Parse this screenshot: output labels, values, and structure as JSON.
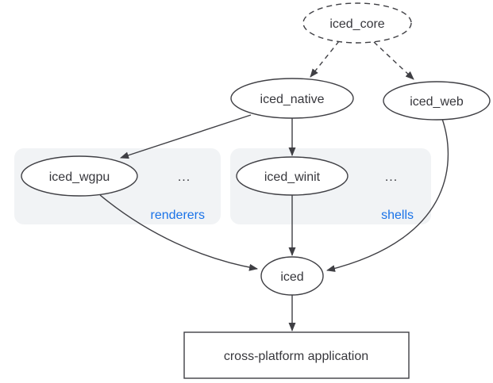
{
  "diagram": {
    "nodes": {
      "core": {
        "label": "iced_core",
        "shape": "ellipse",
        "border": "dashed"
      },
      "native": {
        "label": "iced_native",
        "shape": "ellipse",
        "border": "solid"
      },
      "web": {
        "label": "iced_web",
        "shape": "ellipse",
        "border": "solid"
      },
      "wgpu": {
        "label": "iced_wgpu",
        "shape": "ellipse",
        "border": "solid"
      },
      "winit": {
        "label": "iced_winit",
        "shape": "ellipse",
        "border": "solid"
      },
      "iced": {
        "label": "iced",
        "shape": "ellipse",
        "border": "solid"
      },
      "app": {
        "label": "cross-platform application",
        "shape": "rectangle",
        "border": "solid"
      }
    },
    "groups": {
      "renderers": {
        "label": "renderers",
        "ellipsis": "...",
        "contains": [
          "iced_wgpu"
        ]
      },
      "shells": {
        "label": "shells",
        "ellipsis": "...",
        "contains": [
          "iced_winit"
        ]
      }
    },
    "edges": [
      {
        "from": "iced_core",
        "to": "iced_native",
        "style": "dashed"
      },
      {
        "from": "iced_core",
        "to": "iced_web",
        "style": "dashed"
      },
      {
        "from": "iced_native",
        "to": "iced_wgpu",
        "style": "solid"
      },
      {
        "from": "iced_native",
        "to": "iced_winit",
        "style": "solid"
      },
      {
        "from": "iced_wgpu",
        "to": "iced",
        "style": "solid"
      },
      {
        "from": "iced_winit",
        "to": "iced",
        "style": "solid"
      },
      {
        "from": "iced_web",
        "to": "iced",
        "style": "solid"
      },
      {
        "from": "iced",
        "to": "cross-platform application",
        "style": "solid"
      }
    ],
    "colors": {
      "background": "#ffffff",
      "node_fill": "#ffffff",
      "node_stroke": "#3f3f44",
      "edge": "#3f3f44",
      "text": "#37373c",
      "group_background": "#f1f3f5",
      "group_label": "#1a73e8"
    }
  }
}
